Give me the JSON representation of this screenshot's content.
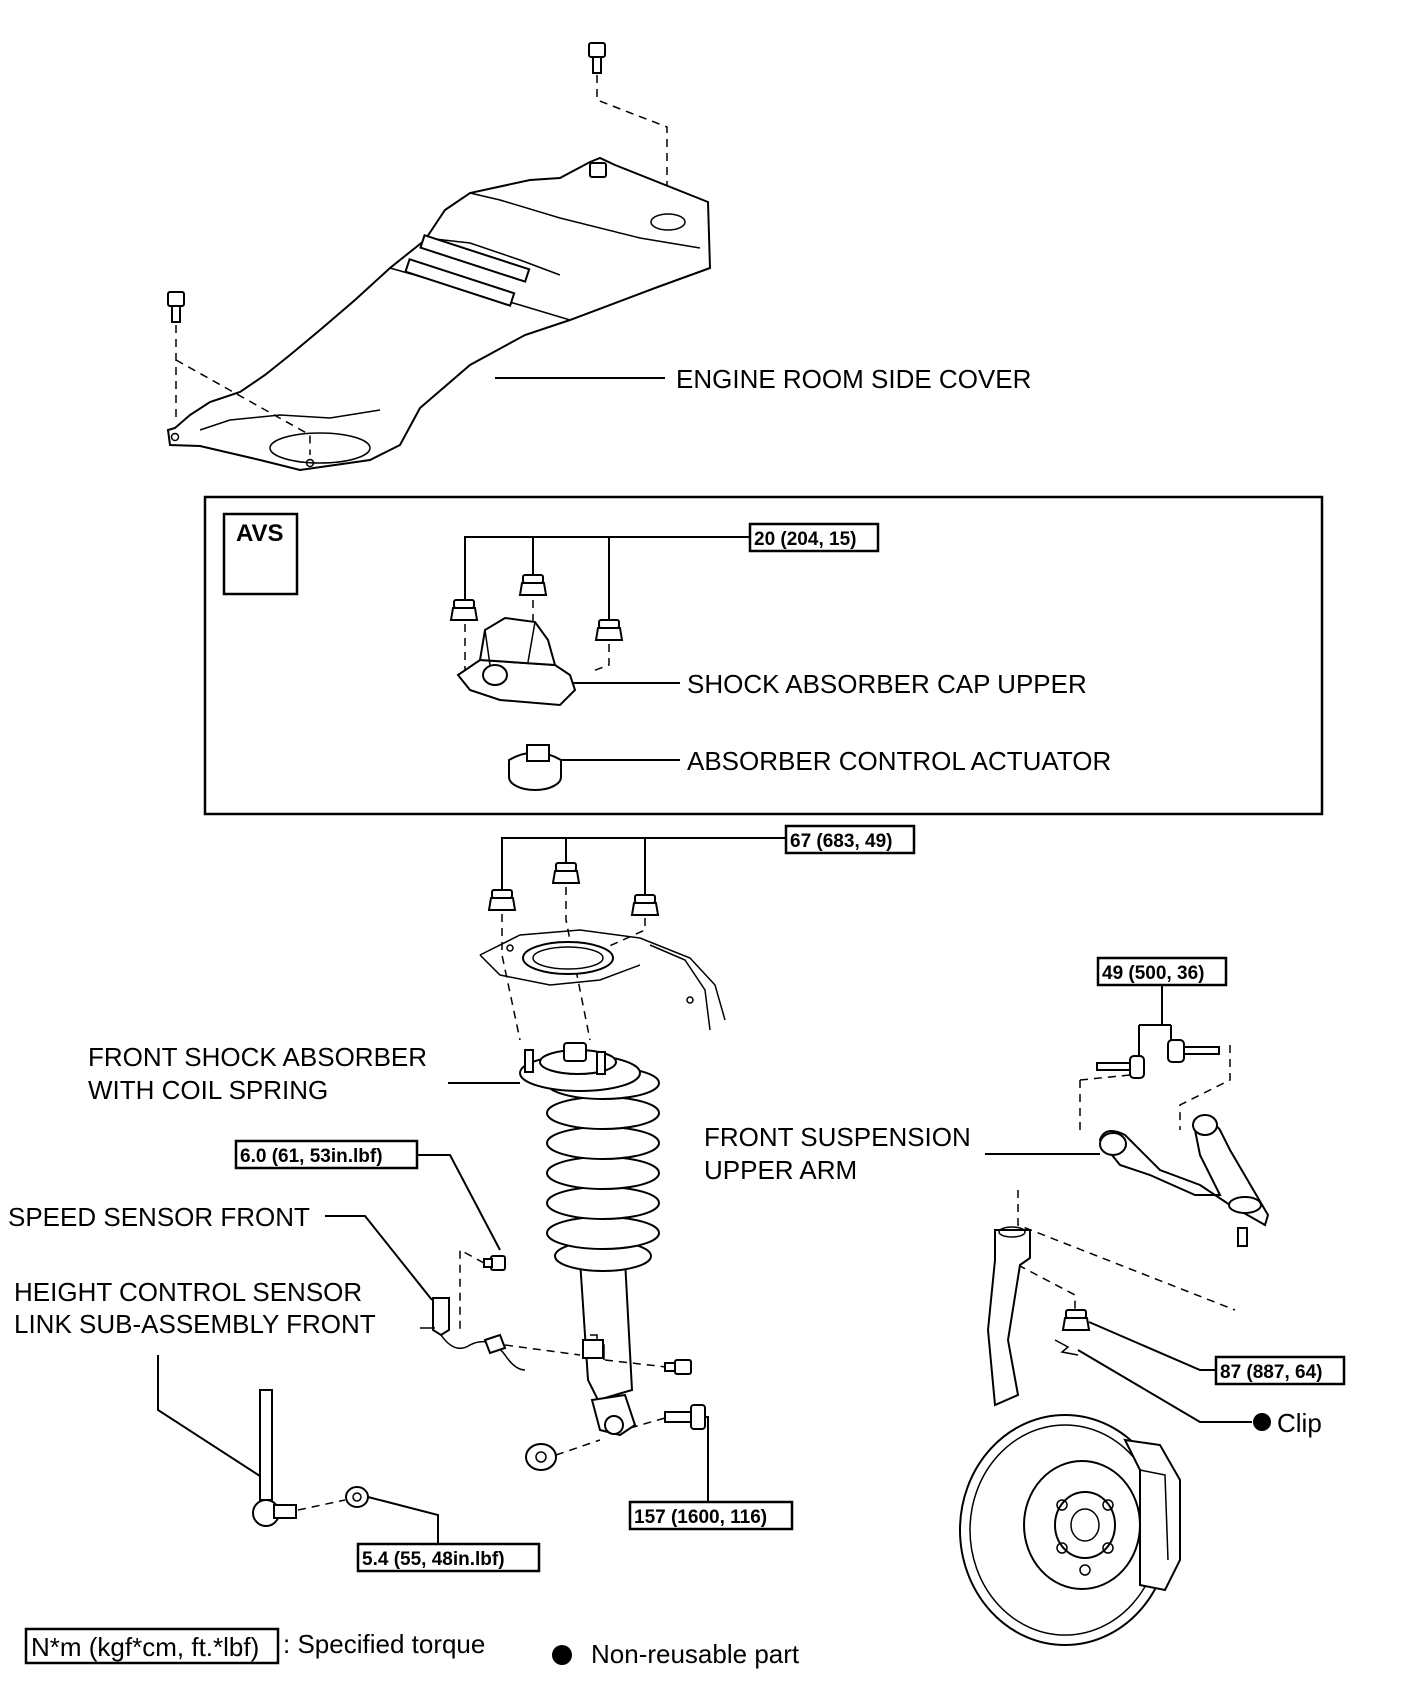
{
  "labels": {
    "engine_room_side_cover": "ENGINE ROOM SIDE COVER",
    "avs": "AVS",
    "shock_absorber_cap_upper": "SHOCK ABSORBER CAP UPPER",
    "absorber_control_actuator": "ABSORBER CONTROL ACTUATOR",
    "front_shock_absorber_1": "FRONT SHOCK ABSORBER",
    "front_shock_absorber_2": "WITH COIL SPRING",
    "front_suspension_upper_arm_1": "FRONT SUSPENSION",
    "front_suspension_upper_arm_2": "UPPER ARM",
    "speed_sensor_front": "SPEED SENSOR FRONT",
    "height_control_sensor_1": "HEIGHT CONTROL SENSOR",
    "height_control_sensor_2": "LINK SUB-ASSEMBLY FRONT",
    "clip": "Clip"
  },
  "torques": {
    "cap_upper_nuts": "20 (204, 15)",
    "strut_upper_nuts": "67 (683, 49)",
    "upper_arm_bolts": "49 (500, 36)",
    "speed_sensor_bolt": "6.0 (61, 53in.lbf)",
    "knuckle_nut": "87 (887, 64)",
    "strut_lower_bolt": "157 (1600, 116)",
    "height_sensor_nut": "5.4 (55, 48in.lbf)"
  },
  "legend": {
    "torque_unit": "N*m (kgf*cm, ft.*lbf)",
    "torque_desc": ": Specified torque",
    "nonreusable_desc": "Non-reusable part"
  },
  "icons": {
    "bolt": "bolt-icon",
    "nut": "nut-icon",
    "nonreusable": "filled-circle-icon"
  }
}
